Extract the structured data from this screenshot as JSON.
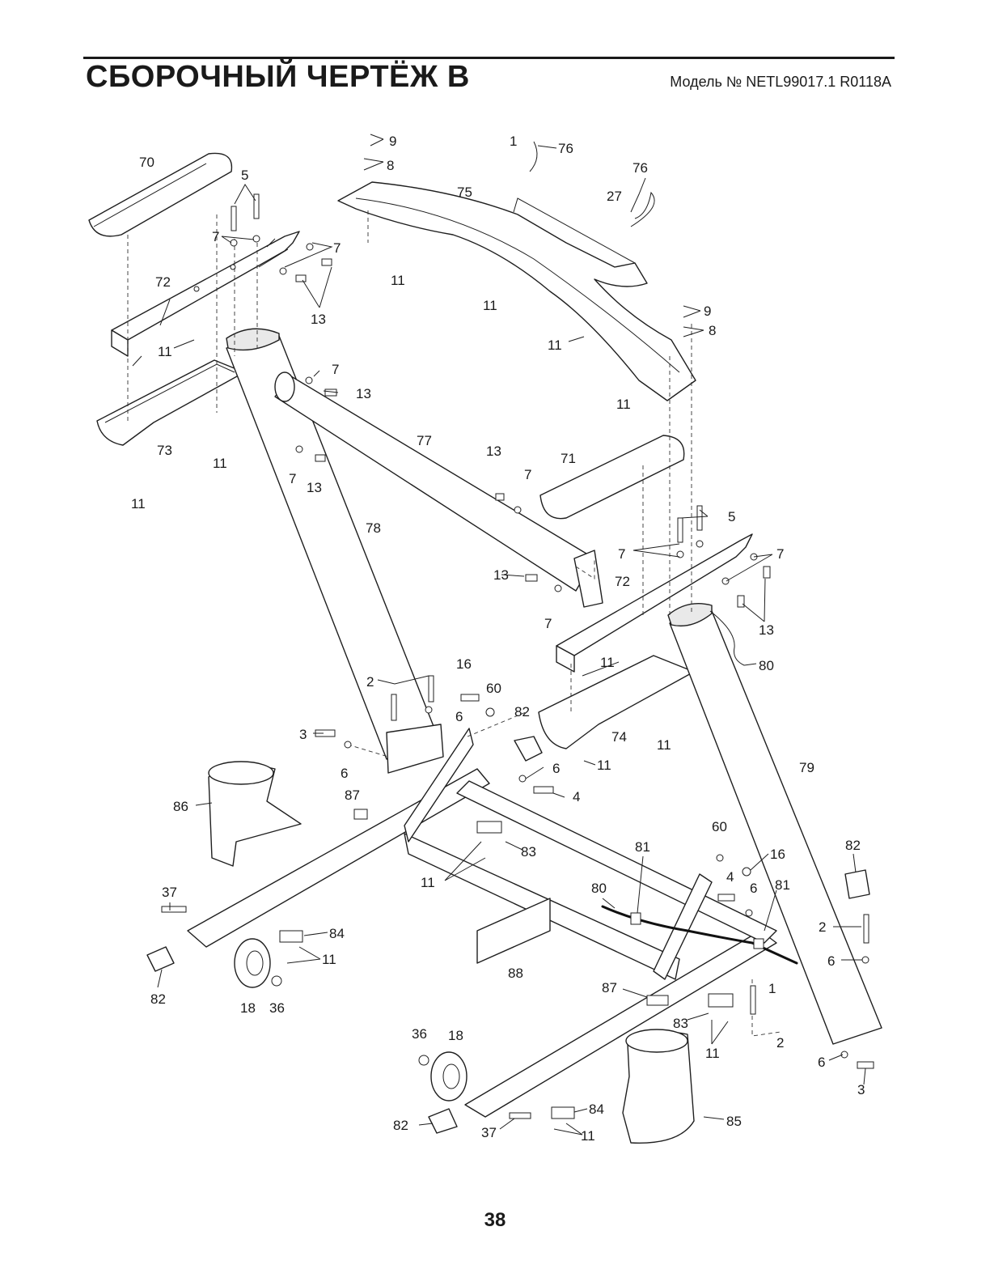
{
  "header": {
    "title": "СБОРОЧНЫЙ ЧЕРТЁЖ B",
    "model_label": "Модель № NETL99017.1 R0118A"
  },
  "footer": {
    "page_number": "38"
  },
  "callouts": [
    "70",
    "5",
    "7",
    "7",
    "13",
    "72",
    "11",
    "73",
    "11",
    "11",
    "9",
    "8",
    "1",
    "76",
    "76",
    "27",
    "75",
    "11",
    "11",
    "9",
    "8",
    "11",
    "11",
    "7",
    "13",
    "77",
    "7",
    "13",
    "78",
    "13",
    "7",
    "71",
    "5",
    "7",
    "7",
    "72",
    "13",
    "7",
    "13",
    "11",
    "80",
    "74",
    "11",
    "11",
    "79",
    "2",
    "16",
    "60",
    "6",
    "3",
    "6",
    "82",
    "6",
    "4",
    "86",
    "87",
    "83",
    "11",
    "37",
    "84",
    "11",
    "82",
    "18",
    "36",
    "81",
    "80",
    "60",
    "16",
    "4",
    "6",
    "81",
    "82",
    "2",
    "6",
    "88",
    "87",
    "1",
    "83",
    "11",
    "2",
    "6",
    "3",
    "36",
    "18",
    "82",
    "37",
    "84",
    "11",
    "85"
  ]
}
